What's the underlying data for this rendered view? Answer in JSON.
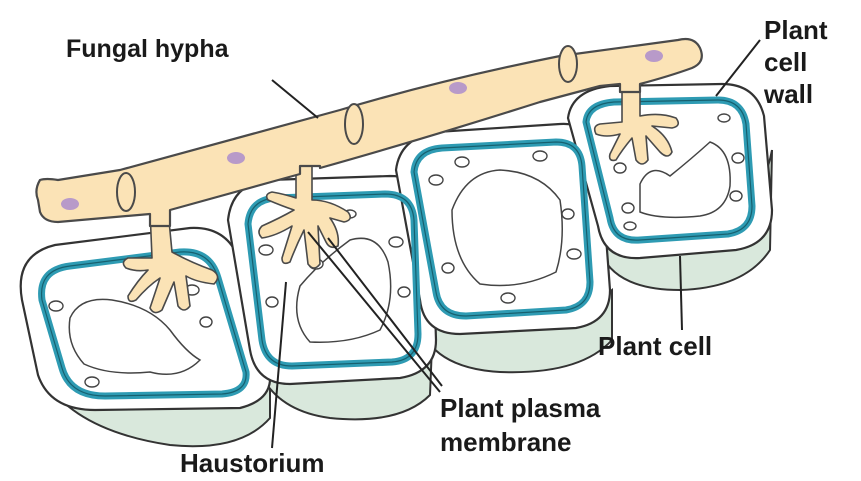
{
  "labels": {
    "fungal_hypha": "Fungal hypha",
    "plant_cell_wall": [
      "Plant",
      "cell",
      "wall"
    ],
    "plant_cell": "Plant cell",
    "plant_plasma_membrane": [
      "Plant plasma",
      "membrane"
    ],
    "haustorium": "Haustorium"
  },
  "colors": {
    "hypha_fill": "#fbe3b6",
    "hypha_outline": "#4a4a4a",
    "nucleus": "#b89ac9",
    "cell_wall_fill": "#ffffff",
    "cell_side_fill": "#d9e8dc",
    "membrane": "#2e9bb3",
    "cell_outline": "#333333",
    "label_text": "#1a1a1a"
  }
}
